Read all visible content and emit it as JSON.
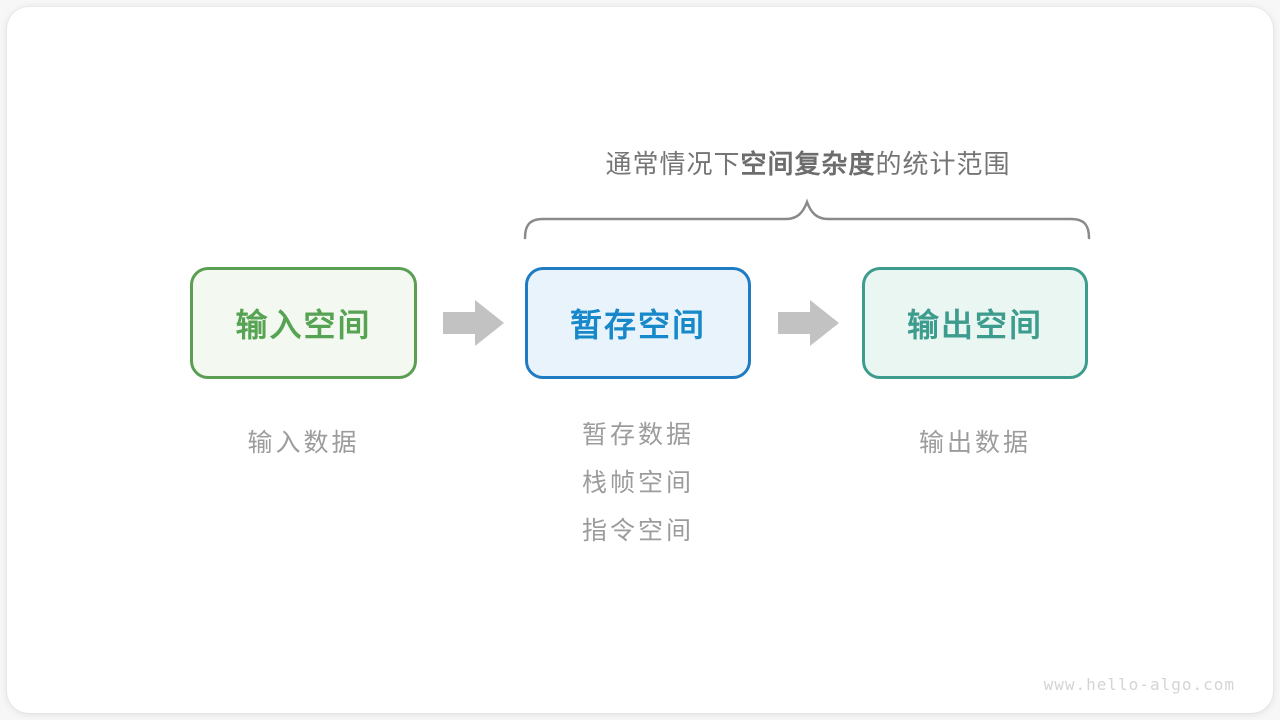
{
  "diagram": {
    "title": {
      "prefix": "通常情况下",
      "emphasis": "空间复杂度",
      "suffix": "的统计范围"
    },
    "nodes": [
      {
        "id": "input-space",
        "label": "输入空间",
        "text_color": "#56a353",
        "border_color": "#5a9e53",
        "fill_color": "#f3f9f0"
      },
      {
        "id": "temp-space",
        "label": "暂存空间",
        "text_color": "#1788ca",
        "border_color": "#1f7cc2",
        "fill_color": "#e8f3fb"
      },
      {
        "id": "output-space",
        "label": "输出空间",
        "text_color": "#3d9c8d",
        "border_color": "#3d9c8d",
        "fill_color": "#eaf6f2"
      }
    ],
    "annotations": {
      "input": [
        "输入数据"
      ],
      "temp": [
        "暂存数据",
        "栈帧空间",
        "指令空间"
      ],
      "output": [
        "输出数据"
      ]
    },
    "colors": {
      "title_text": "#757575",
      "sub_label_text": "#9c9c9c",
      "arrow": "#c2c2c2",
      "brace": "#8a8a8a"
    }
  },
  "footer": {
    "watermark": "www.hello-algo.com"
  }
}
